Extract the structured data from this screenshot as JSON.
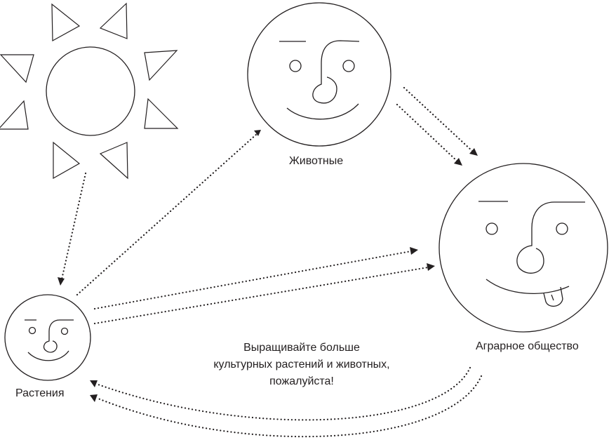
{
  "labels": {
    "animals": "Животные",
    "plants": "Растения",
    "society": "Аграрное общество",
    "request": [
      "Выращивайте больше",
      "культурных растений и животных,",
      "пожалуйста!"
    ]
  },
  "colors": {
    "ink": "#231f20",
    "background": "#ffffff"
  },
  "nodes": [
    {
      "id": "sun",
      "icon": "sun-icon"
    },
    {
      "id": "animals",
      "icon": "smiling-face-icon"
    },
    {
      "id": "society",
      "icon": "face-tongue-out-icon"
    },
    {
      "id": "plants",
      "icon": "smiling-face-icon"
    }
  ],
  "edges": [
    {
      "from": "sun",
      "to": "plants",
      "style": "dotted"
    },
    {
      "from": "plants",
      "to": "animals",
      "style": "dotted"
    },
    {
      "from": "animals",
      "to": "society",
      "style": "dotted",
      "lines": 2
    },
    {
      "from": "plants",
      "to": "society",
      "style": "dotted",
      "lines": 2
    },
    {
      "from": "society",
      "to": "plants",
      "style": "dotted",
      "lines": 2
    }
  ]
}
